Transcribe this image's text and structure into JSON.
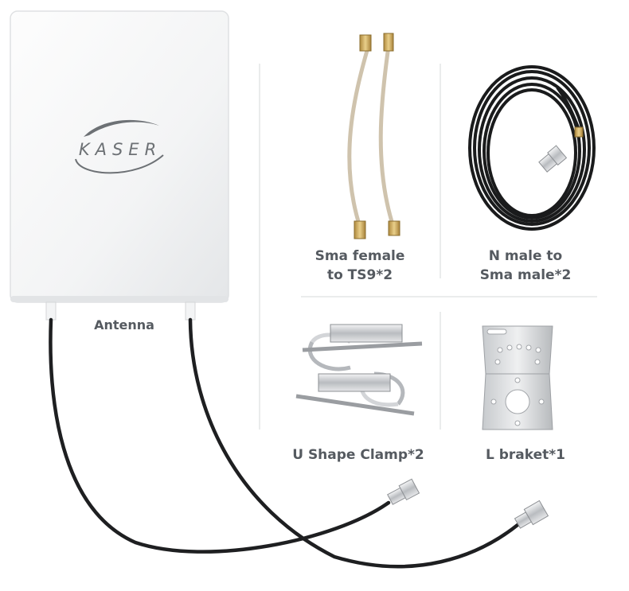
{
  "brand": {
    "logo_text": "KASER"
  },
  "items": {
    "antenna": {
      "label": "Antenna"
    },
    "sma_cable": {
      "line1": "Sma female",
      "line2": "to TS9*2"
    },
    "n_cable": {
      "line1": "N male to",
      "line2": "Sma male*2"
    },
    "clamp": {
      "label": "U Shape Clamp*2"
    },
    "bracket": {
      "label": "L braket*1"
    }
  }
}
